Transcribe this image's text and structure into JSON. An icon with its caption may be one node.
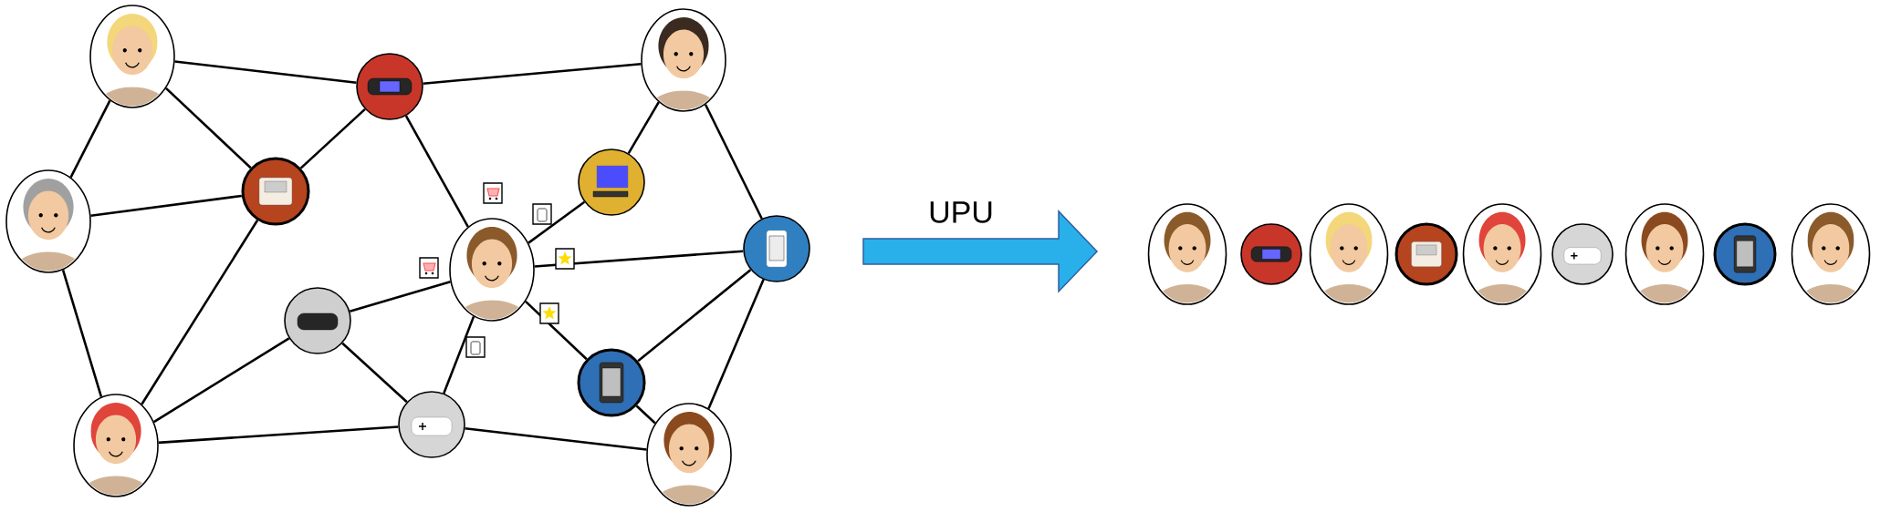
{
  "diagram": {
    "nodes": [
      {
        "text": [],
        "shape": "person"
      },
      {
        "text": [],
        "shape": "picture"
      },
      {
        "text": [],
        "shape": "person"
      },
      {
        "text": [],
        "shape": "person"
      },
      {
        "text": [],
        "shape": "picture"
      },
      {
        "text": [],
        "shape": "picture"
      },
      {
        "text": [],
        "shape": "person"
      },
      {
        "text": [],
        "shape": "picture"
      },
      {
        "text": [],
        "shape": "picture"
      },
      {
        "text": [],
        "shape": "picture"
      },
      {
        "text": [],
        "shape": "person"
      },
      {
        "text": [],
        "shape": "picture"
      },
      {
        "text": [],
        "shape": "person"
      },
      {
        "text": [],
        "shape": "person"
      },
      {
        "text": [],
        "shape": "picture"
      },
      {
        "text": [],
        "shape": "person"
      },
      {
        "text": [],
        "shape": "picture"
      },
      {
        "text": [],
        "shape": "person"
      },
      {
        "text": [],
        "shape": "picture"
      },
      {
        "text": [],
        "shape": "person"
      },
      {
        "text": [],
        "shape": "picture"
      },
      {
        "text": [],
        "shape": "person"
      }
    ],
    "edges": [
      {
        "from": 0,
        "to": 1,
        "arrow": "none"
      },
      {
        "from": 0,
        "to": 4,
        "arrow": "none"
      },
      {
        "from": 0,
        "to": 3,
        "arrow": "none"
      },
      {
        "from": 1,
        "to": 4,
        "arrow": "none"
      },
      {
        "from": 1,
        "to": 2,
        "arrow": "none"
      },
      {
        "from": 1,
        "to": 6,
        "arrow": "none"
      },
      {
        "from": 2,
        "to": 5,
        "arrow": "none"
      },
      {
        "from": 2,
        "to": 7,
        "arrow": "none"
      },
      {
        "from": 3,
        "to": 4,
        "arrow": "none"
      },
      {
        "from": 3,
        "to": 10,
        "arrow": "none"
      },
      {
        "from": 4,
        "to": 10,
        "arrow": "none"
      },
      {
        "from": 6,
        "to": 5,
        "arrow": "none"
      },
      {
        "from": 6,
        "to": 7,
        "arrow": "none"
      },
      {
        "from": 6,
        "to": 8,
        "arrow": "none"
      },
      {
        "from": 6,
        "to": 9,
        "arrow": "none"
      },
      {
        "from": 6,
        "to": 11,
        "arrow": "none"
      },
      {
        "from": 7,
        "to": 9,
        "arrow": "none"
      },
      {
        "from": 7,
        "to": 12,
        "arrow": "none"
      },
      {
        "from": 8,
        "to": 10,
        "arrow": "none"
      },
      {
        "from": 8,
        "to": 11,
        "arrow": "none"
      },
      {
        "from": 9,
        "to": 12,
        "arrow": "none"
      },
      {
        "from": 10,
        "to": 11,
        "arrow": "none"
      },
      {
        "from": 11,
        "to": 12,
        "arrow": "none"
      }
    ],
    "labels": [
      "UPU"
    ]
  }
}
